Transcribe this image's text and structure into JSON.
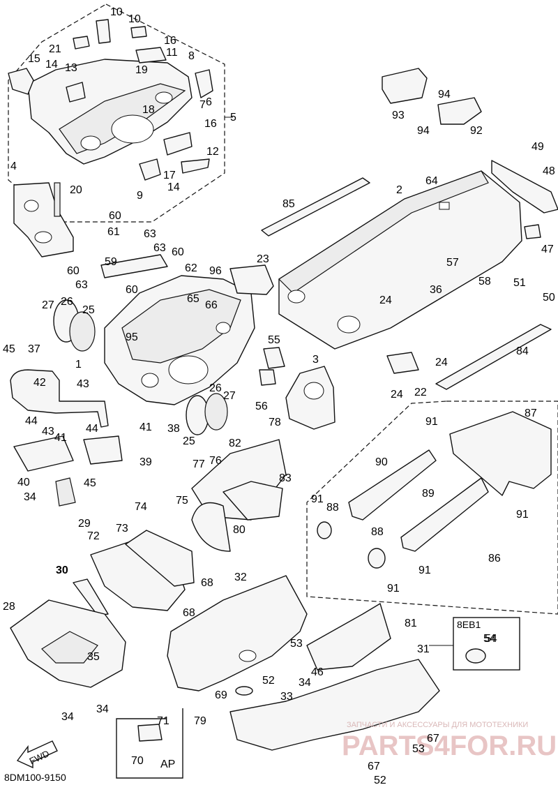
{
  "diagram_code": "8DM100-9150",
  "callouts": [
    "1",
    "2",
    "3",
    "4",
    "5",
    "6",
    "7",
    "8",
    "9",
    "10",
    "11",
    "12",
    "13",
    "14",
    "15",
    "16",
    "17",
    "18",
    "19",
    "20",
    "21",
    "22",
    "23",
    "24",
    "25",
    "26",
    "27",
    "28",
    "29",
    "30",
    "31",
    "32",
    "33",
    "34",
    "35",
    "36",
    "37",
    "38",
    "39",
    "40",
    "41",
    "42",
    "43",
    "44",
    "45",
    "46",
    "47",
    "48",
    "49",
    "50",
    "51",
    "52",
    "53",
    "54",
    "55",
    "56",
    "57",
    "58",
    "59",
    "60",
    "61",
    "62",
    "63",
    "64",
    "65",
    "66",
    "67",
    "68",
    "69",
    "70",
    "71",
    "72",
    "73",
    "74",
    "75",
    "76",
    "77",
    "78",
    "79",
    "80",
    "81",
    "82",
    "83",
    "84",
    "85",
    "86",
    "87",
    "88",
    "89",
    "90",
    "91",
    "92",
    "93",
    "94",
    "95",
    "96"
  ],
  "variant_box": {
    "title": "8EB1",
    "part": "54"
  },
  "ap_box": {
    "label": "AP",
    "parts": [
      "71",
      "70"
    ]
  },
  "fwd_label": "FWD",
  "watermark": {
    "tagline": "ЗАПЧАСТИ И АКСЕССУАРЫ ДЛЯ МОТОТЕХНИКИ",
    "brand": "PARTS4FOR.RU"
  }
}
